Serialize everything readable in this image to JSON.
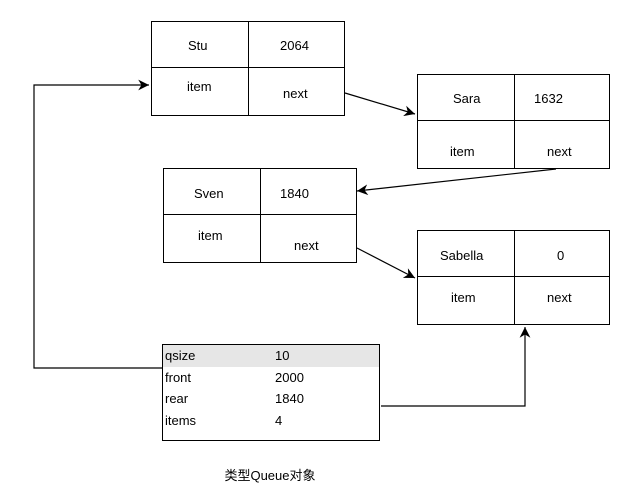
{
  "nodes": [
    {
      "name": "Stu",
      "value": "2064",
      "item": "item",
      "next": "next"
    },
    {
      "name": "Sara",
      "value": "1632",
      "item": "item",
      "next": "next"
    },
    {
      "name": "Sven",
      "value": "1840",
      "item": "item",
      "next": "next"
    },
    {
      "name": "Sabella",
      "value": "0",
      "item": "item",
      "next": "next"
    }
  ],
  "queue": {
    "rows": [
      {
        "key": "qsize",
        "value": "10"
      },
      {
        "key": "front",
        "value": "2000"
      },
      {
        "key": "rear",
        "value": "1840"
      },
      {
        "key": "items",
        "value": "4"
      }
    ]
  },
  "caption": "类型Queue对象"
}
